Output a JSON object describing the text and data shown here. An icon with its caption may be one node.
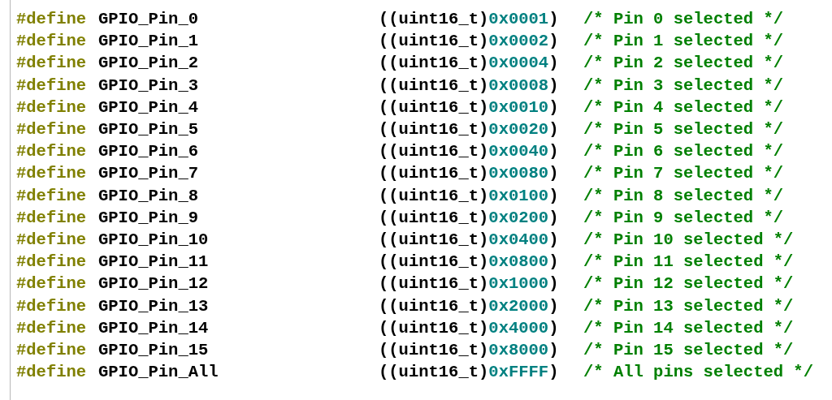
{
  "diagram": {
    "labels": [
      "#define",
      "GPIO_Pin_0",
      "((uint16_t)0x0001)",
      "/* Pin 0 selected */",
      "#define",
      "GPIO_Pin_1",
      "((uint16_t)0x0002)",
      "/* Pin 1 selected */",
      "#define",
      "GPIO_Pin_2",
      "((uint16_t)0x0004)",
      "/* Pin 2 selected */",
      "#define",
      "GPIO_Pin_3",
      "((uint16_t)0x0008)",
      "/* Pin 3 selected */",
      "#define",
      "GPIO_Pin_4",
      "((uint16_t)0x0010)",
      "/* Pin 4 selected */",
      "#define",
      "GPIO_Pin_5",
      "((uint16_t)0x0020)",
      "/* Pin 5 selected */",
      "#define",
      "GPIO_Pin_6",
      "((uint16_t)0x0040)",
      "/* Pin 6 selected */",
      "#define",
      "GPIO_Pin_7",
      "((uint16_t)0x0080)",
      "/* Pin 7 selected */",
      "#define",
      "GPIO_Pin_8",
      "((uint16_t)0x0100)",
      "/* Pin 8 selected */",
      "#define",
      "GPIO_Pin_9",
      "((uint16_t)0x0200)",
      "/* Pin 9 selected */",
      "#define",
      "GPIO_Pin_10",
      "((uint16_t)0x0400)",
      "/* Pin 10 selected */",
      "#define",
      "GPIO_Pin_11",
      "((uint16_t)0x0800)",
      "/* Pin 11 selected */",
      "#define",
      "GPIO_Pin_12",
      "((uint16_t)0x1000)",
      "/* Pin 12 selected */",
      "#define",
      "GPIO_Pin_13",
      "((uint16_t)0x2000)",
      "/* Pin 13 selected */",
      "#define",
      "GPIO_Pin_14",
      "((uint16_t)0x4000)",
      "/* Pin 14 selected */",
      "#define",
      "GPIO_Pin_15",
      "((uint16_t)0x8000)",
      "/* Pin 15 selected */",
      "#define",
      "GPIO_Pin_All",
      "((uint16_t)0xFFFF)",
      "/* All pins selected */"
    ]
  }
}
